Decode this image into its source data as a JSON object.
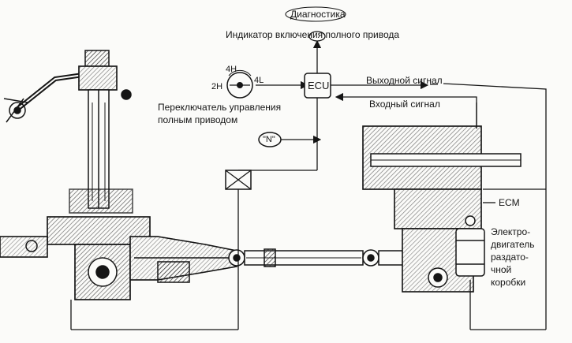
{
  "labels": {
    "diagnostics": "Диагностика",
    "fwd_indicator": "Индикатор включения полного привода",
    "output_signal": "Выходной сигнал",
    "input_signal": "Входный сигнал",
    "switch_caption_line1": "Переключатель управления",
    "switch_caption_line2": "полным приводом",
    "ecu": "ECU",
    "ecm": "ECM",
    "neutral": "\"N\"",
    "pos_4h": "4H",
    "pos_2h": "2H",
    "pos_4l": "4L",
    "motor_line1": "Электро-",
    "motor_line2": "двигатель",
    "motor_line3": "раздато-",
    "motor_line4": "чной",
    "motor_line5": "коробки"
  },
  "colors": {
    "ink": "#151515",
    "paper": "#fbfbf9",
    "shade": "#6e6e6e"
  }
}
